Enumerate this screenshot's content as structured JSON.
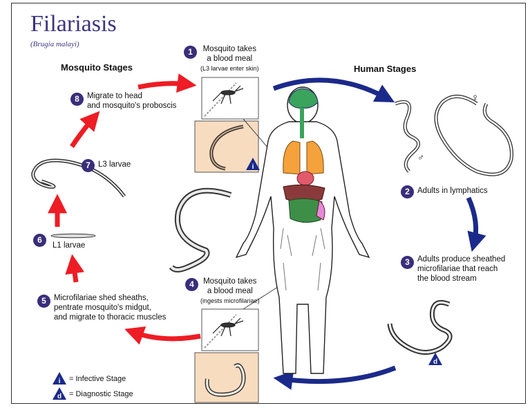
{
  "title": "Filariasis",
  "subtitle": "(Brugia malayi)",
  "headings": {
    "mosquito": "Mosquito Stages",
    "human": "Human Stages"
  },
  "steps": {
    "s1": {
      "num": "1",
      "line1": "Mosquito takes",
      "line2": "a blood meal",
      "note": "(L3 larvae enter skin)"
    },
    "s2": {
      "num": "2",
      "text": "Adults in lymphatics"
    },
    "s3": {
      "num": "3",
      "line1": "Adults produce sheathed",
      "line2": "microfilariae that reach",
      "line3": "the blood stream"
    },
    "s4": {
      "num": "4",
      "line1": "Mosquito takes",
      "line2": "a blood meal",
      "note": "(ingests microfilariae)"
    },
    "s5": {
      "num": "5",
      "line1": "Microfilariae shed sheaths,",
      "line2": "pentrate mosquito's midgut,",
      "line3": "and migrate to thoracic muscles"
    },
    "s6": {
      "num": "6",
      "text": "L1 larvae"
    },
    "s7": {
      "num": "7",
      "text": "L3 larvae"
    },
    "s8": {
      "num": "8",
      "line1": "Migrate to head",
      "line2": "and mosquito's proboscis"
    }
  },
  "sex_symbols": {
    "male": "♂",
    "female": "♀"
  },
  "legend": {
    "infective": {
      "letter": "i",
      "text": "= Infective Stage"
    },
    "diagnostic": {
      "letter": "d",
      "text": "= Diagnostic Stage"
    }
  },
  "colors": {
    "red_arrow": "#ee1c24",
    "blue_arrow": "#1b2a8a",
    "badge": "#3a2d7a",
    "inset_bg": "#f8dcc0"
  }
}
